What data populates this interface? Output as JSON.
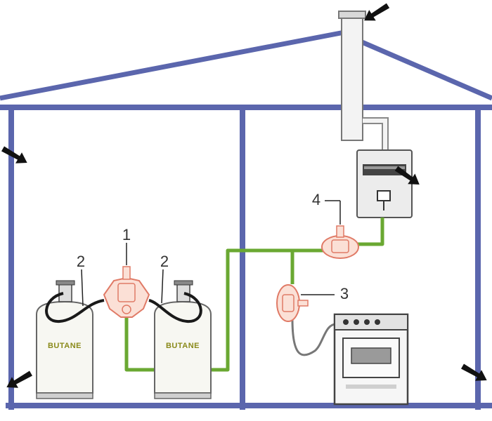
{
  "callouts": [
    "1",
    "2",
    "2",
    "3",
    "4"
  ],
  "cylinders": [
    {
      "label": "BUTANE"
    },
    {
      "label": "BUTANE"
    }
  ],
  "icons": {
    "ventilation_arrows": "arrow-icon",
    "cylinder": "gas-cylinder-icon",
    "regulator": "regulator-icon",
    "water_heater": "water-heater-icon",
    "stove": "stove-icon",
    "chimney": "chimney-icon"
  },
  "colors": {
    "walls": "#5b66ad",
    "gas_pipe": "#6aa832",
    "regulator": "#e07a66",
    "cylinder_label": "#8a8a1a"
  }
}
